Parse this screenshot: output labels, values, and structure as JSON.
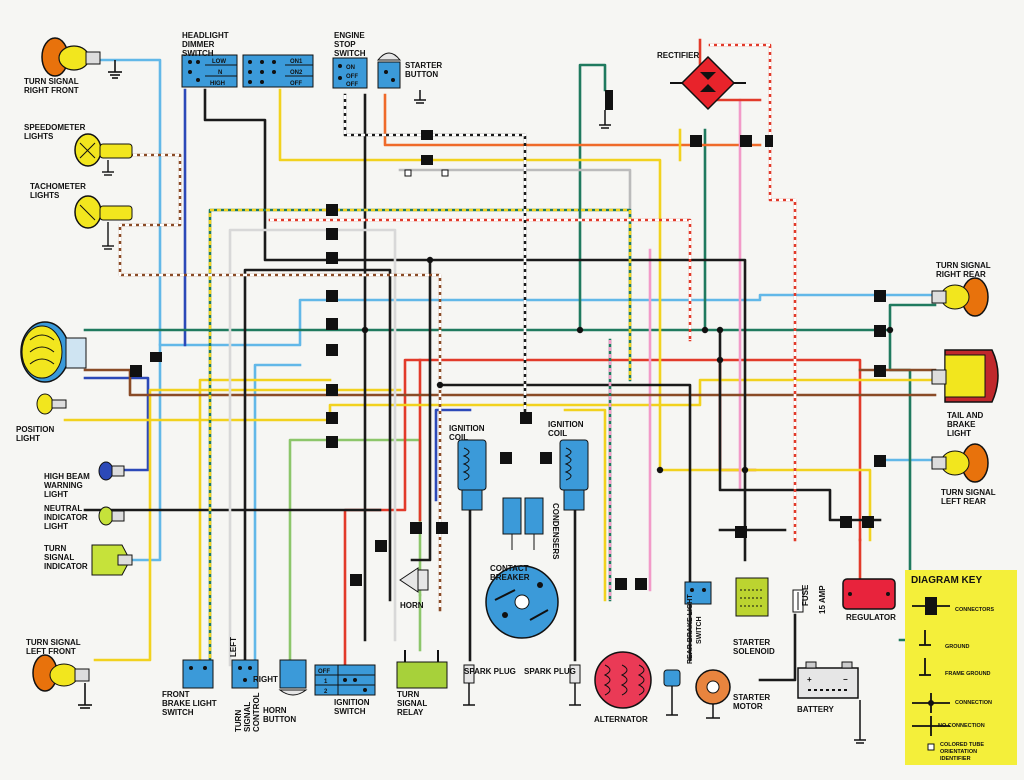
{
  "labels": {
    "turn_signal_right_front": [
      "TURN SIGNAL",
      "RIGHT FRONT"
    ],
    "speedometer_lights": [
      "SPEEDOMETER",
      "LIGHTS"
    ],
    "tachometer_lights": [
      "TACHOMETER",
      "LIGHTS"
    ],
    "position_light": [
      "POSITION",
      "LIGHT"
    ],
    "high_beam_warning_light": [
      "HIGH BEAM",
      "WARNING",
      "LIGHT"
    ],
    "neutral_indicator_light": [
      "NEUTRAL",
      "INDICATOR",
      "LIGHT"
    ],
    "turn_signal_indicator": [
      "TURN",
      "SIGNAL",
      "INDICATOR"
    ],
    "turn_signal_left_front": [
      "TURN SIGNAL",
      "LEFT FRONT"
    ],
    "headlight_dimmer_switch": [
      "HEADLIGHT",
      "DIMMER",
      "SWITCH"
    ],
    "engine_stop_switch": [
      "ENGINE",
      "STOP",
      "SWITCH"
    ],
    "starter_button": [
      "STARTER",
      "BUTTON"
    ],
    "rectifier": "RECTIFIER",
    "turn_signal_right_rear": [
      "TURN SIGNAL",
      "RIGHT REAR"
    ],
    "tail_and_brake_light": [
      "TAIL AND",
      "BRAKE",
      "LIGHT"
    ],
    "turn_signal_left_rear": [
      "TURN SIGNAL",
      "LEFT REAR"
    ],
    "ignition_coil": [
      "IGNITION",
      "COIL"
    ],
    "condensers": "CONDENSERS",
    "contact_breaker": [
      "CONTACT",
      "BREAKER"
    ],
    "spark_plug": "SPARK PLUG",
    "horn": "HORN",
    "front_brake_light_switch": [
      "FRONT",
      "BRAKE LIGHT",
      "SWITCH"
    ],
    "turn_signal_control": [
      "TURN",
      "SIGNAL",
      "CONTROL"
    ],
    "left": "LEFT",
    "right": "RIGHT",
    "horn_button": [
      "HORN",
      "BUTTON"
    ],
    "ignition_switch": [
      "IGNITION",
      "SWITCH"
    ],
    "turn_signal_relay": [
      "TURN",
      "SIGNAL",
      "RELAY"
    ],
    "alternator": "ALTERNATOR",
    "rear_brake_light_switch": [
      "REAR BRAKE LIGHT",
      "SWITCH"
    ],
    "starter_motor": [
      "STARTER",
      "MOTOR"
    ],
    "starter_solenoid": [
      "STARTER",
      "SOLENOID"
    ],
    "fuse": "FUSE",
    "fuse_rating": "15 AMP",
    "battery": "BATTERY",
    "regulator": "REGULATOR"
  },
  "switch_positions": {
    "dimmer": [
      "LOW",
      "N",
      "HIGH"
    ],
    "engine_stop": [
      "ON",
      "OFF",
      "OFF"
    ],
    "light_switch": [
      "ON1",
      "ON2",
      "OFF"
    ],
    "ignition": [
      "OFF",
      "1",
      "2"
    ]
  },
  "battery_terminals": {
    "positive": "+",
    "negative": "−"
  },
  "diagram_key": {
    "title": "DIAGRAM KEY",
    "items": [
      "CONNECTORS",
      "GROUND",
      "FRAME GROUND",
      "CONNECTION",
      "NO CONNECTION",
      "COLORED TUBE",
      "ORIENTATION",
      "IDENTIFIER"
    ]
  },
  "colors": {
    "background": "#f6f6f3",
    "component_blue": "#3b9ad9",
    "lamp_yellow": "#f2e61e",
    "turn_signal_orange": "#e8720c",
    "rectifier_red": "#e8232b",
    "regulator_red": "#e8233c",
    "alternator_red": "#ea3a56",
    "relay_green": "#a7d13a",
    "solenoid_green": "#bcd430",
    "starter_motor_orange": "#e8843e",
    "key_panel_yellow": "#f4ef3a",
    "wire_black": "#1a1a1a",
    "wire_red": "#e23a2a",
    "wire_yellow": "#f2d21e",
    "wire_blue": "#62b8e8",
    "wire_dark_blue": "#2c49b8",
    "wire_green": "#1f7a5e",
    "wire_light_green": "#8cc66a",
    "wire_pink": "#f29ac8",
    "wire_brown": "#8a4b26",
    "wire_orange": "#ef6a2a",
    "wire_white": "#d8d8d8"
  }
}
